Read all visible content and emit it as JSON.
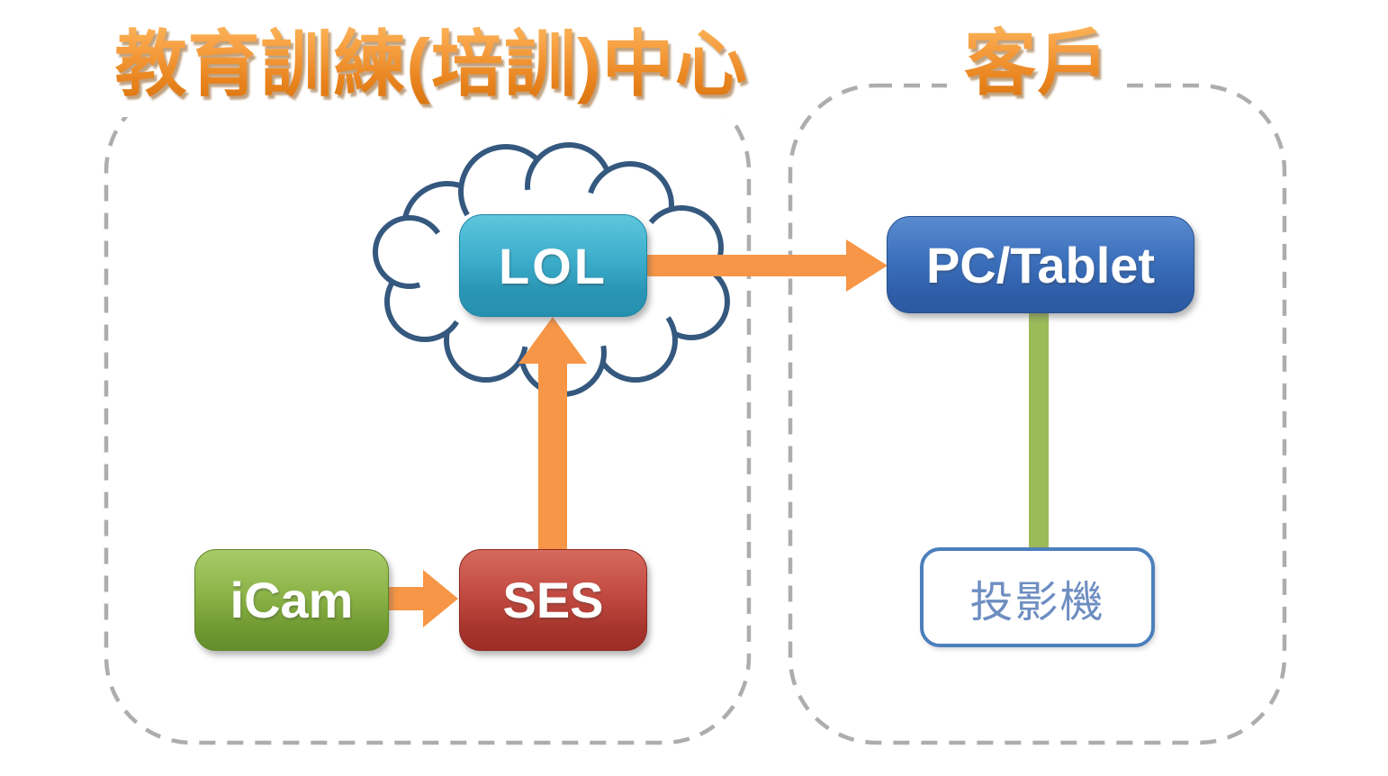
{
  "titles": {
    "training_center": "教育訓練(培訓)中心",
    "customer": "客戶"
  },
  "nodes": {
    "lol": {
      "label": "LOL"
    },
    "icam": {
      "label": "iCam"
    },
    "ses": {
      "label": "SES"
    },
    "pc_tablet": {
      "label": "PC/Tablet"
    },
    "projector": {
      "label": "投影機"
    }
  },
  "containers": [
    {
      "name": "training-center",
      "label": "教育訓練(培訓)中心",
      "contains": [
        "iCam",
        "SES",
        "LOL",
        "cloud"
      ]
    },
    {
      "name": "customer",
      "label": "客戶",
      "contains": [
        "PC/Tablet",
        "投影機"
      ]
    }
  ],
  "connections": [
    {
      "from": "iCam",
      "to": "SES",
      "style": "orange-block-arrow"
    },
    {
      "from": "SES",
      "to": "LOL",
      "style": "orange-block-arrow"
    },
    {
      "from": "LOL",
      "to": "PC/Tablet",
      "style": "orange-block-arrow"
    },
    {
      "from": "PC/Tablet",
      "to": "投影機",
      "style": "green-line"
    }
  ],
  "colors": {
    "arrow_orange": "#F79646",
    "title_orange": "#E8831D",
    "lol_teal": "#35A8C6",
    "icam_green": "#83AC3C",
    "ses_red": "#B8413B",
    "pc_tablet_blue": "#3A6DB5",
    "projector_border_blue": "#4C7FBC",
    "projector_text_blue": "#6E8EC2",
    "cloud_outline_navy": "#35587E",
    "container_dash_gray": "#ADADAD",
    "connector_green": "#9BBB59",
    "background": "#FFFFFF"
  }
}
